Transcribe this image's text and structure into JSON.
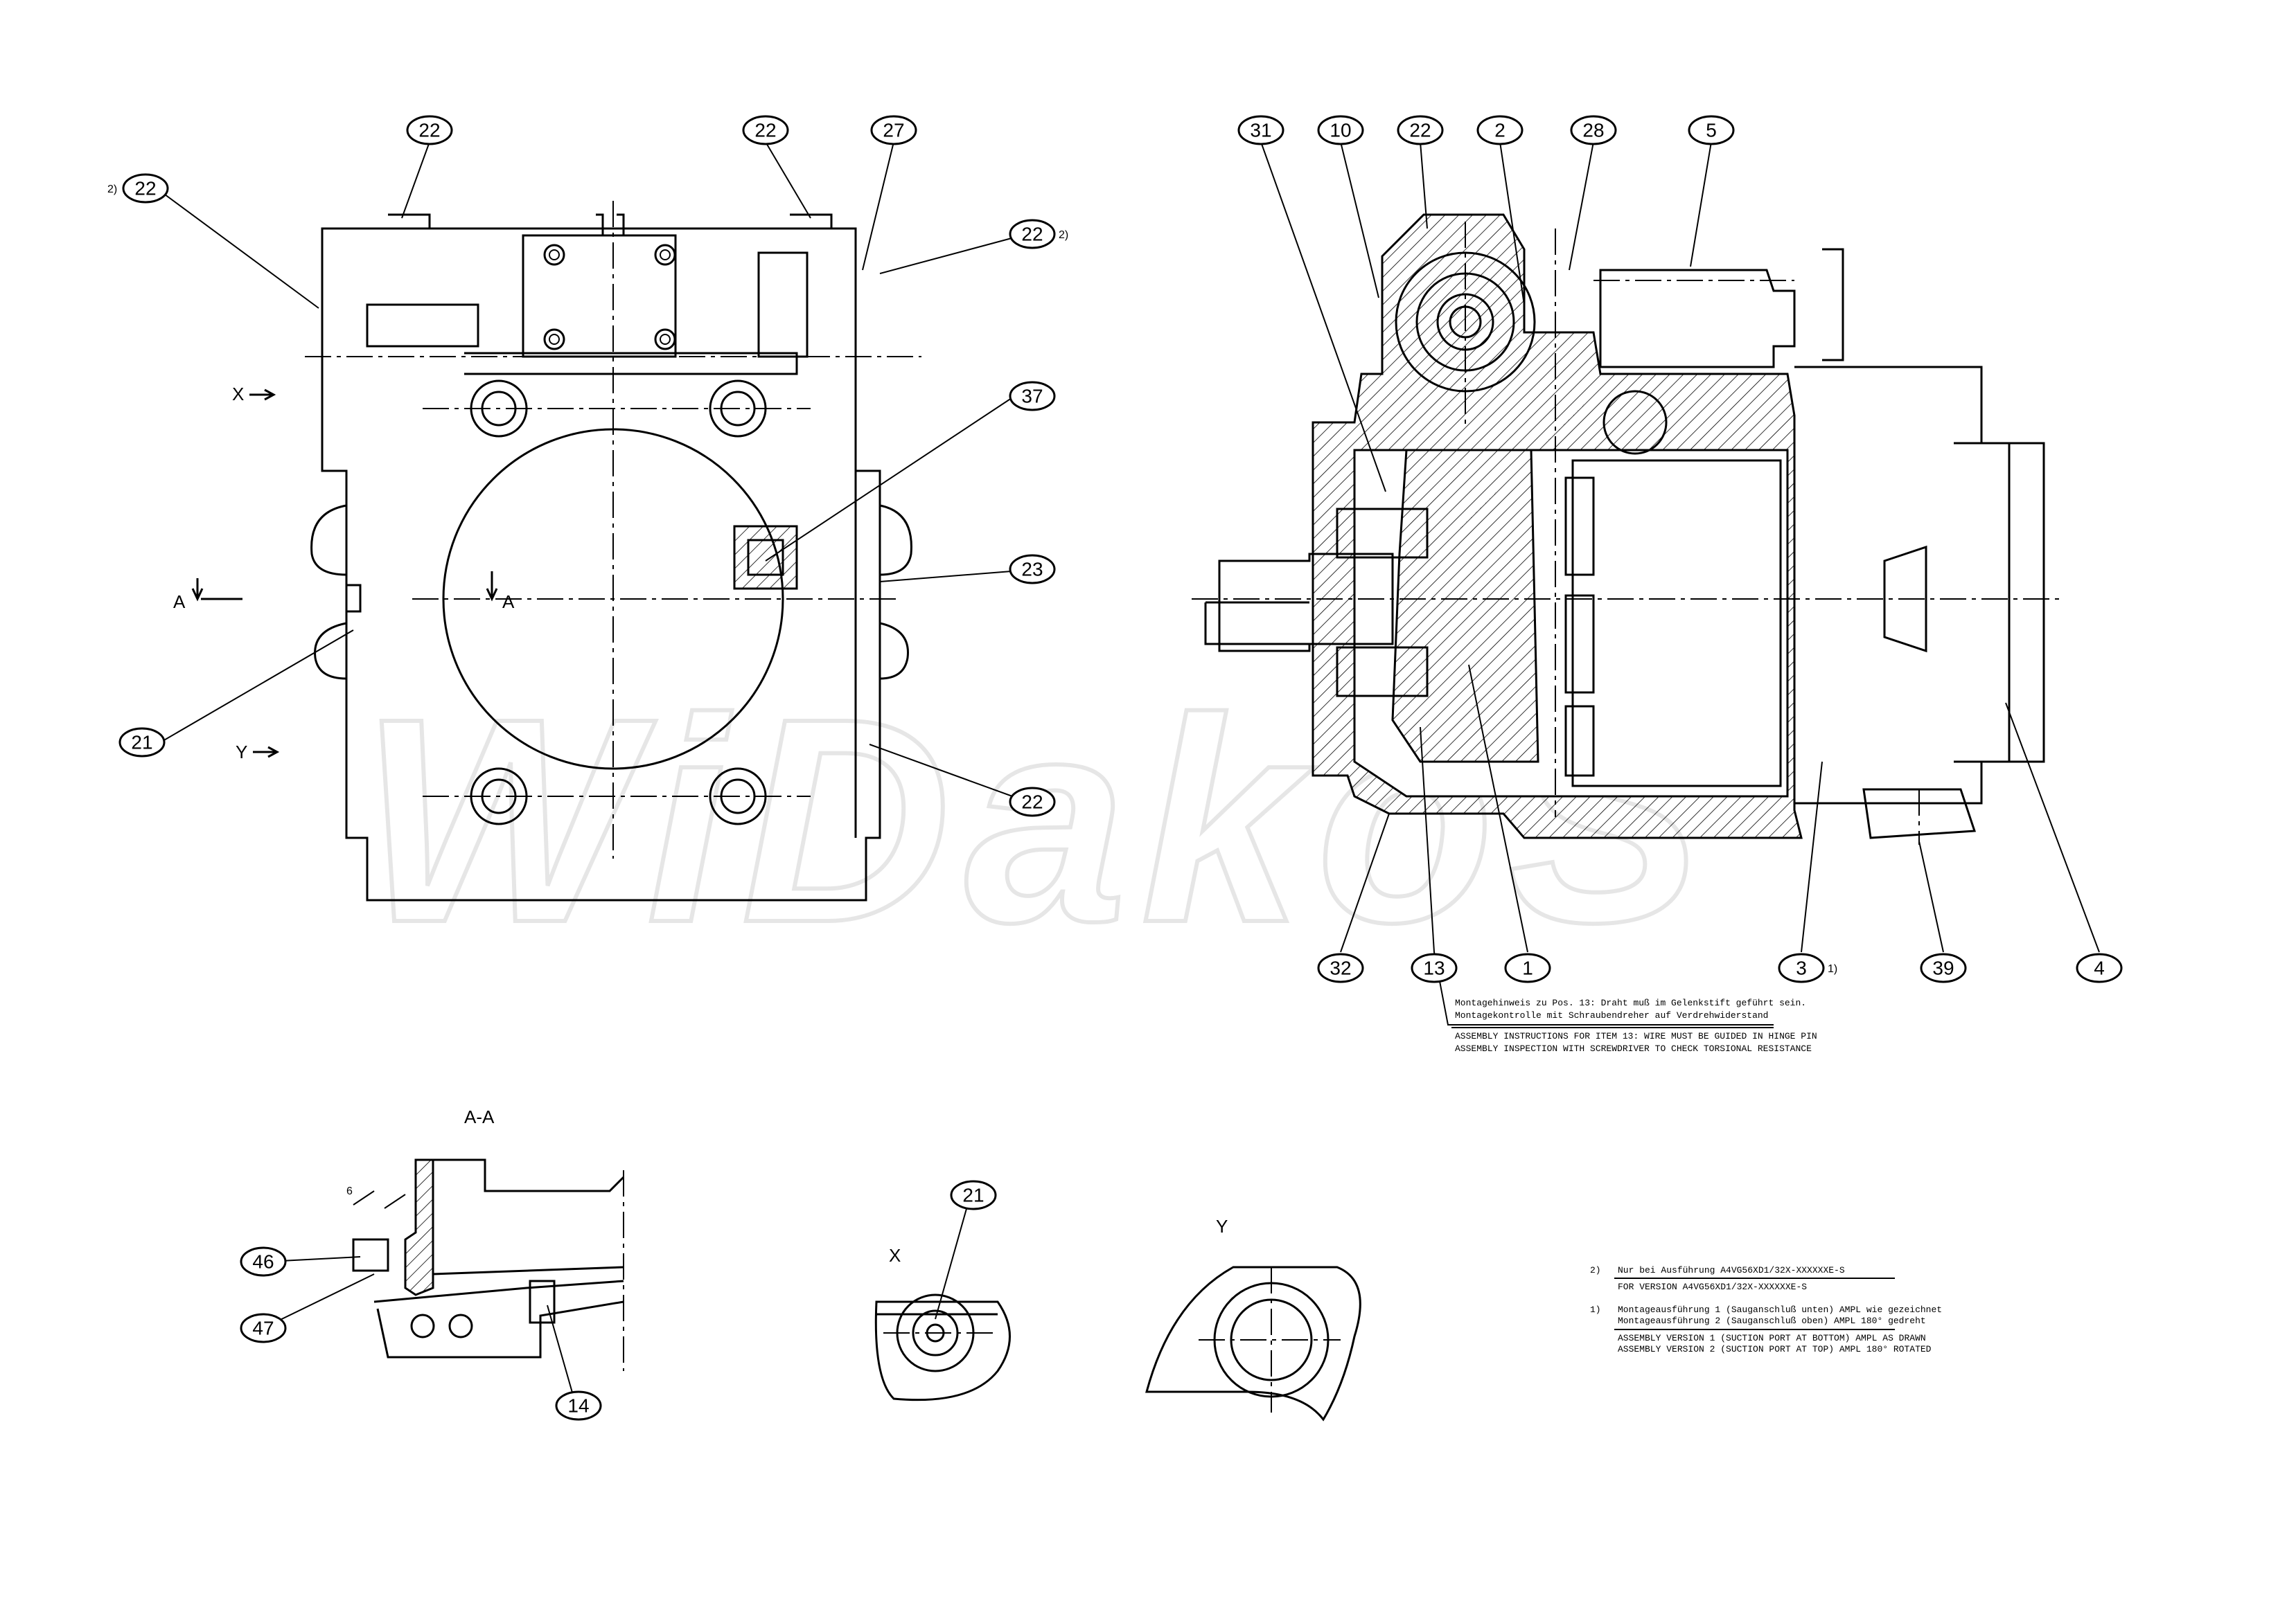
{
  "watermark": "WiDakoS",
  "views": {
    "section_aa": "A-A",
    "view_x": "X",
    "view_y": "Y"
  },
  "front_view_markers": {
    "x_arrow": "X",
    "y_arrow": "Y",
    "a_left": "A",
    "a_right": "A"
  },
  "balloons": [
    {
      "id": "b22a",
      "text": "22"
    },
    {
      "id": "b22b",
      "text": "22"
    },
    {
      "id": "b22c",
      "text": "22"
    },
    {
      "id": "b27",
      "text": "27"
    },
    {
      "id": "b22d",
      "text": "22"
    },
    {
      "id": "b37",
      "text": "37"
    },
    {
      "id": "b23",
      "text": "23"
    },
    {
      "id": "b21a",
      "text": "21"
    },
    {
      "id": "b22e",
      "text": "22"
    },
    {
      "id": "b31",
      "text": "31"
    },
    {
      "id": "b10",
      "text": "10"
    },
    {
      "id": "b22f",
      "text": "22"
    },
    {
      "id": "b2",
      "text": "2"
    },
    {
      "id": "b28",
      "text": "28"
    },
    {
      "id": "b5",
      "text": "5"
    },
    {
      "id": "b32",
      "text": "32"
    },
    {
      "id": "b13",
      "text": "13"
    },
    {
      "id": "b1",
      "text": "1"
    },
    {
      "id": "b3",
      "text": "3"
    },
    {
      "id": "b39",
      "text": "39"
    },
    {
      "id": "b4",
      "text": "4"
    },
    {
      "id": "b46",
      "text": "46"
    },
    {
      "id": "b47",
      "text": "47"
    },
    {
      "id": "b14",
      "text": "14"
    },
    {
      "id": "b21b",
      "text": "21"
    }
  ],
  "superscripts": {
    "b22a_note": "2)",
    "b22d_note": "2)",
    "b3_note": "1)"
  },
  "notes": {
    "assembly_item13_de_1": "Montagehinweis zu Pos. 13: Draht muß im Gelenkstift geführt sein.",
    "assembly_item13_de_2": "Montagekontrolle mit Schraubendreher auf Verdrehwiderstand",
    "assembly_item13_en_1": "ASSEMBLY INSTRUCTIONS FOR ITEM 13: WIRE MUST BE GUIDED IN HINGE PIN",
    "assembly_item13_en_2": "ASSEMBLY INSPECTION WITH SCREWDRIVER TO CHECK TORSIONAL RESISTANCE",
    "fn2_mark": "2)",
    "fn2_de": "Nur bei Ausführung A4VG56XD1/32X-XXXXXXE-S",
    "fn2_en": "FOR VERSION A4VG56XD1/32X-XXXXXXE-S",
    "fn1_mark": "1)",
    "fn1_de_1": "Montageausführung 1 (Sauganschluß unten) AMPL wie gezeichnet",
    "fn1_de_2": "Montageausführung 2 (Sauganschluß oben) AMPL 180° gedreht",
    "fn1_en_1": "ASSEMBLY VERSION 1 (SUCTION PORT AT BOTTOM) AMPL AS DRAWN",
    "fn1_en_2": "ASSEMBLY VERSION 2 (SUCTION PORT AT TOP) AMPL 180° ROTATED"
  },
  "dimension_aa": "6"
}
